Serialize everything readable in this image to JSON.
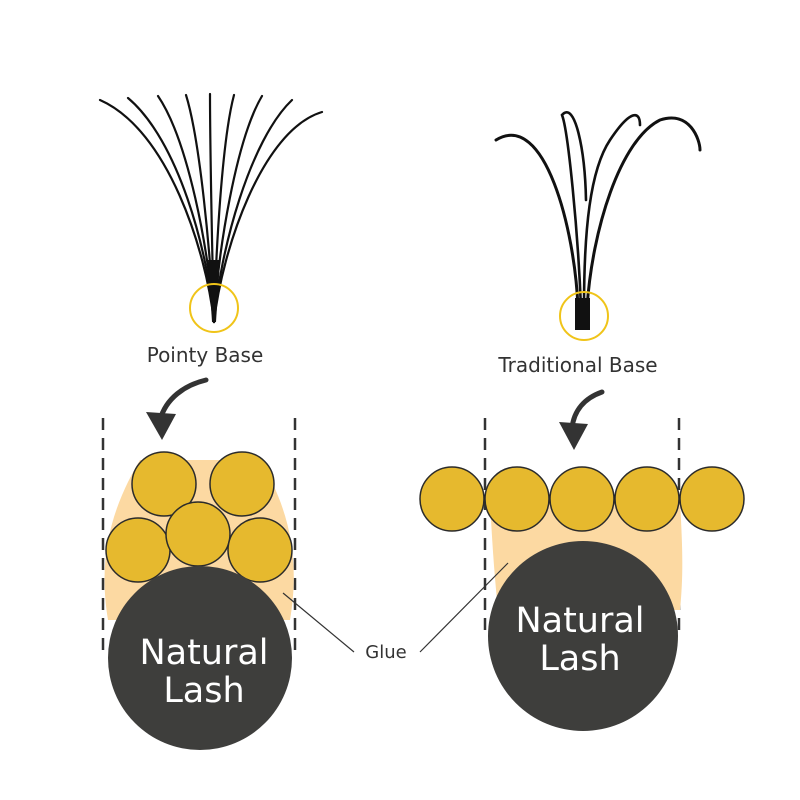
{
  "labels": {
    "pointy_base": "Pointy Base",
    "traditional_base": "Traditional Base",
    "glue": "Glue",
    "natural_lash_line1": "Natural",
    "natural_lash_line2": "Lash"
  },
  "colors": {
    "extension_fill": "#e6b92e",
    "extension_stroke": "#2b2b2b",
    "glue_fill": "#fcd9a2",
    "natural_lash_fill": "#3e3e3c",
    "highlight_ring": "#f0c419",
    "fiber": "#111111",
    "guide_dash": "#333333"
  }
}
